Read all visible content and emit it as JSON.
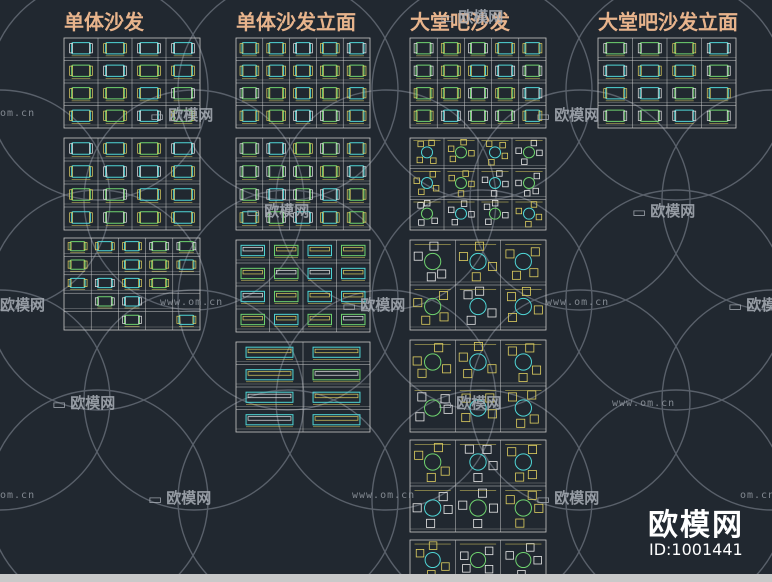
{
  "titles": [
    {
      "id": "single-sofa",
      "text": "单体沙发"
    },
    {
      "id": "single-sofa-elevation",
      "text": "单体沙发立面"
    },
    {
      "id": "lobby-bar-sofa",
      "text": "大堂吧沙发"
    },
    {
      "id": "lobby-bar-sofa-elevation",
      "text": "大堂吧沙发立面"
    }
  ],
  "watermark": {
    "url_text": "www.om.cn",
    "logo_text": "欧模网",
    "url_fragment": "om.cn",
    "brand": "欧模网",
    "id_label": "ID:1001441"
  },
  "colors": {
    "background": "#212830",
    "title": "#e8b48c",
    "sheet_border": "#c8c8c8",
    "drawing_cyan": "#4fd6d6",
    "drawing_green": "#6fd46f",
    "drawing_yellow": "#e0d060",
    "drawing_white": "#e8e8e8",
    "watermark_arc": "#59606a"
  }
}
